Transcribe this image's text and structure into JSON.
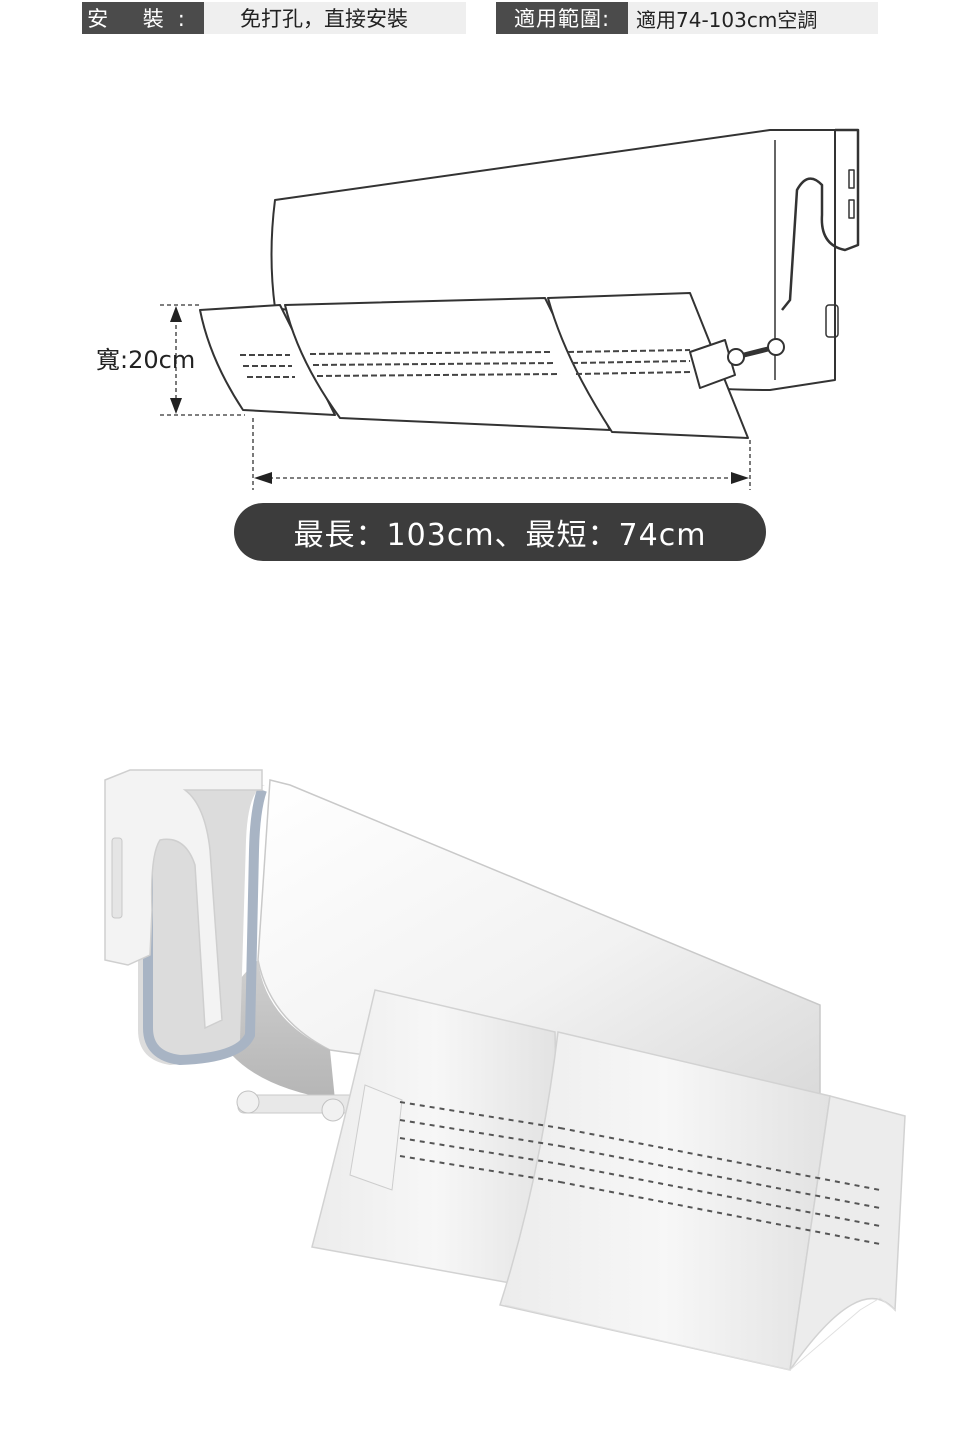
{
  "specs": [
    {
      "key": "安 裝:",
      "value": "免打孔，直接安裝"
    },
    {
      "key": "適用範圍:",
      "value": "適用74-103cm空調"
    }
  ],
  "diagram": {
    "width_label": "寬:20cm",
    "length_label": "最長：103cm、最短：74cm"
  },
  "colors": {
    "dark_label": "#4b4b4b",
    "light_label": "#efefef",
    "pill": "#3c3c3c",
    "gasket": "#a8b4c4"
  }
}
